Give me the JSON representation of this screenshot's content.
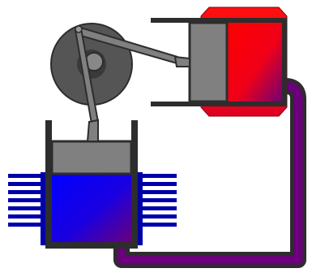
{
  "diagram": {
    "type": "alpha-stirling-engine",
    "components": [
      "hot-cylinder",
      "hot-piston",
      "hot-piston-rod",
      "flywheel",
      "crank-hub",
      "cold-cylinder",
      "cold-piston",
      "cold-piston-rod",
      "cooling-fins",
      "transfer-pipe"
    ],
    "colors": {
      "hot": "#ff0000",
      "hot_dark": "#cc0022",
      "cold": "#0000ff",
      "cold_fins": "#0000aa",
      "pipe_gas": "#6a007a",
      "metal_dark": "#2d2d2d",
      "metal_mid": "#555555",
      "metal_light": "#808080",
      "outline": "#1a1a1a"
    }
  }
}
